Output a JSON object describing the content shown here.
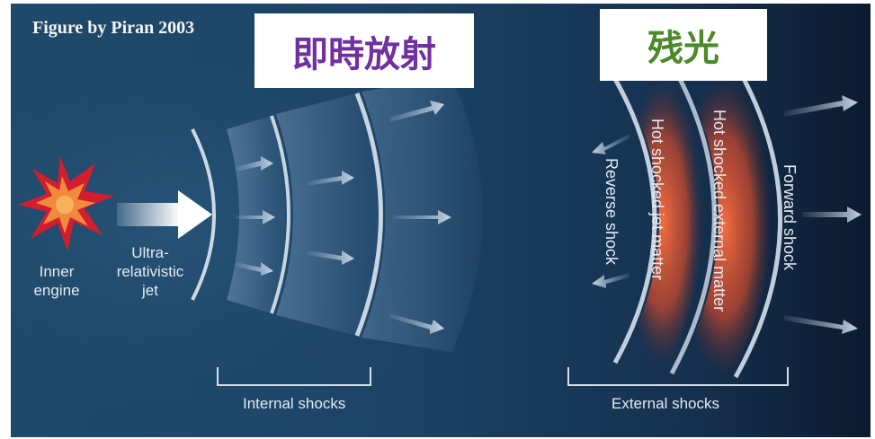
{
  "credit": "Figure by Piran 2003",
  "labels": {
    "prompt_emission": "即時放射",
    "afterglow": "残光",
    "inner_engine_line1": "Inner",
    "inner_engine_line2": "engine",
    "jet_line1": "Ultra-",
    "jet_line2": "relativistic",
    "jet_line3": "jet",
    "internal_shocks": "Internal shocks",
    "external_shocks": "External shocks",
    "reverse_shock": "Reverse shock",
    "hot_jet_matter": "Hot shocked jet matter",
    "hot_external_matter": "Hot shocked external matter",
    "forward_shock": "Forward shock"
  },
  "colors": {
    "prompt_text": "#7030a0",
    "afterglow_text": "#4a8a2a",
    "background_dark": "#10233c",
    "background_mid": "#1f4a6d",
    "hot_matter": "#e25a32"
  }
}
